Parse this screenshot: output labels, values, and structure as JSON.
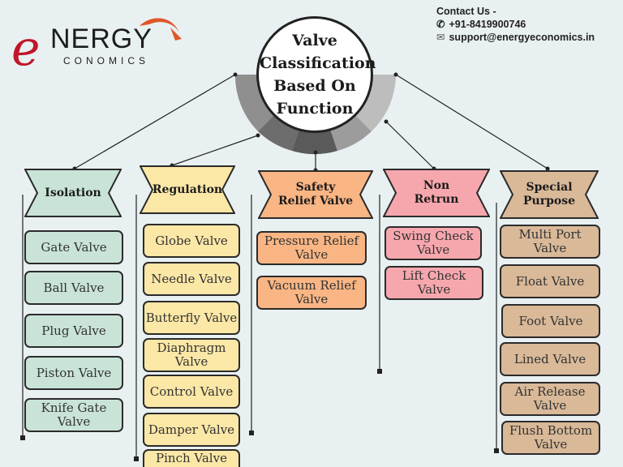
{
  "logo": {
    "e": "e",
    "nergy": "NERGY",
    "conomics": "CONOMICS"
  },
  "contact": {
    "heading": "Contact Us -",
    "phone": "+91-8419900746",
    "email": "support@energyeconomics.in"
  },
  "center": {
    "title": "Valve Classification Based On Function"
  },
  "colors": {
    "isolation": "#c9e4d7",
    "regulation": "#fbe7a6",
    "safety": "#f9b583",
    "non_return": "#f6a7ad",
    "special": "#d9b998"
  },
  "categories": [
    {
      "title": "Isolation",
      "items": [
        "Gate Valve",
        "Ball Valve",
        "Plug Valve",
        "Piston Valve",
        "Knife Gate Valve"
      ]
    },
    {
      "title": "Regulation",
      "items": [
        "Globe Valve",
        "Needle Valve",
        "Butterfly Valve",
        "Diaphragm Valve",
        "Control Valve",
        "Damper Valve",
        "Pinch Valve"
      ]
    },
    {
      "title": "Safety Relief Valve",
      "items": [
        "Pressure Relief Valve",
        "Vacuum Relief Valve"
      ]
    },
    {
      "title": "Non Retrun",
      "items": [
        "Swing Check Valve",
        "Lift Check Valve"
      ]
    },
    {
      "title": "Special Purpose",
      "items": [
        "Multi Port Valve",
        "Float Valve",
        "Foot Valve",
        "Lined Valve",
        "Air Release Valve",
        "Flush Bottom Valve"
      ]
    }
  ]
}
